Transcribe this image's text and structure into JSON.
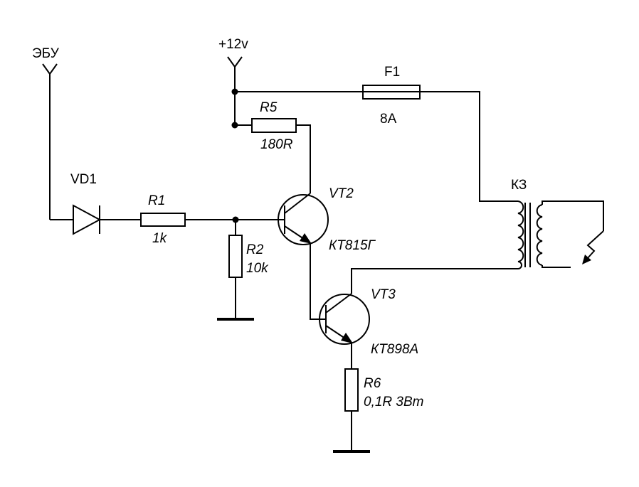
{
  "labels": {
    "ecu": "ЭБУ",
    "supply": "+12v",
    "vd1": "VD1",
    "r1_ref": "R1",
    "r1_val": "1k",
    "r2_ref": "R2",
    "r2_val": "10k",
    "r5_ref": "R5",
    "r5_val": "180R",
    "r6_ref": "R6",
    "r6_val": "0,1R 3Вт",
    "f1_ref": "F1",
    "f1_val": "8A",
    "vt2_ref": "VT2",
    "vt2_val": "КТ815Г",
    "vt3_ref": "VT3",
    "vt3_val": "КТ898А",
    "coil": "КЗ"
  }
}
